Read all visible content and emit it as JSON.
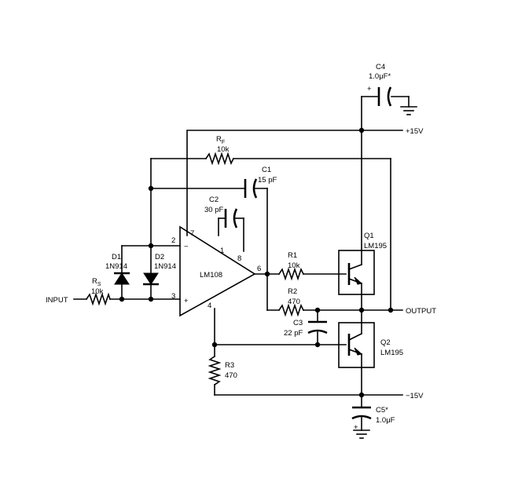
{
  "components": {
    "c4": {
      "ref": "C4",
      "value": "1.0μF*"
    },
    "rf": {
      "ref": "R",
      "sub": "F",
      "value": "10k"
    },
    "c1": {
      "ref": "C1",
      "value": "15 pF"
    },
    "c2": {
      "ref": "C2",
      "value": "30 pF"
    },
    "d1": {
      "ref": "D1",
      "value": "1N914"
    },
    "d2": {
      "ref": "D2",
      "value": "1N914"
    },
    "rs": {
      "ref": "R",
      "sub": "S",
      "value": "10k"
    },
    "u1": {
      "value": "LM108"
    },
    "r1": {
      "ref": "R1",
      "value": "10k"
    },
    "r2": {
      "ref": "R2",
      "value": "470"
    },
    "c3": {
      "ref": "C3",
      "value": "22 pF"
    },
    "q1": {
      "ref": "Q1",
      "value": "LM195"
    },
    "q2": {
      "ref": "Q2",
      "value": "LM195"
    },
    "r3": {
      "ref": "R3",
      "value": "470"
    },
    "c5": {
      "ref": "C5*",
      "value": "1.0μF"
    }
  },
  "pins": {
    "p1": "1",
    "p2": "2",
    "p3": "3",
    "p4": "4",
    "p6": "6",
    "p7": "7",
    "p8": "8",
    "minus": "−",
    "plus": "+"
  },
  "nets": {
    "pos_supply": "+15V",
    "neg_supply": "−15V",
    "input": "INPUT",
    "output": "OUTPUT"
  },
  "cap_polarity": "+"
}
